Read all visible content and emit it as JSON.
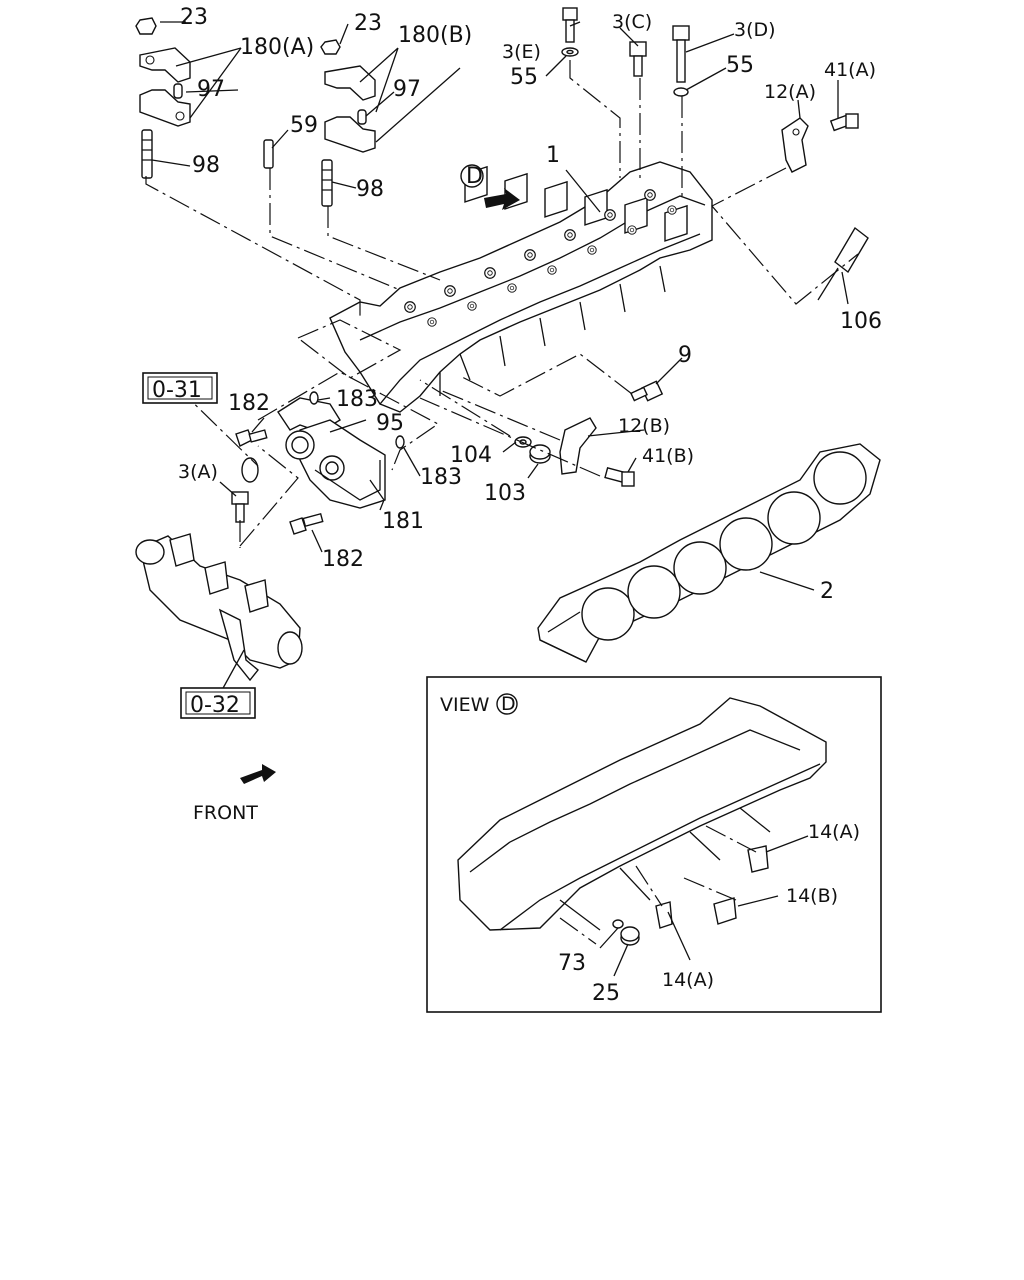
{
  "labels": {
    "l23a": "23",
    "l23b": "23",
    "l180a": "180(A)",
    "l180b": "180(B)",
    "l97a": "97",
    "l97b": "97",
    "l98a": "98",
    "l98b": "98",
    "l59": "59",
    "l3e": "3(E)",
    "l3c": "3(C)",
    "l3d": "3(D)",
    "l55a": "55",
    "l55b": "55",
    "l12a": "12(A)",
    "l41a": "41(A)",
    "l1": "1",
    "l106": "106",
    "l9": "9",
    "l12b": "12(B)",
    "l41b": "41(B)",
    "l104": "104",
    "l103": "103",
    "l182a": "182",
    "l183a": "183",
    "l95": "95",
    "l183b": "183",
    "l181": "181",
    "l182b": "182",
    "l3a": "3(A)",
    "l2": "2",
    "ref031": "0-31",
    "ref032": "0-32",
    "front": "FRONT",
    "viewD": "VIEW",
    "viewMark": "D",
    "dMark": "D",
    "l14a1": "14(A)",
    "l14b": "14(B)",
    "l14a2": "14(A)",
    "l73": "73",
    "l25": "25"
  }
}
